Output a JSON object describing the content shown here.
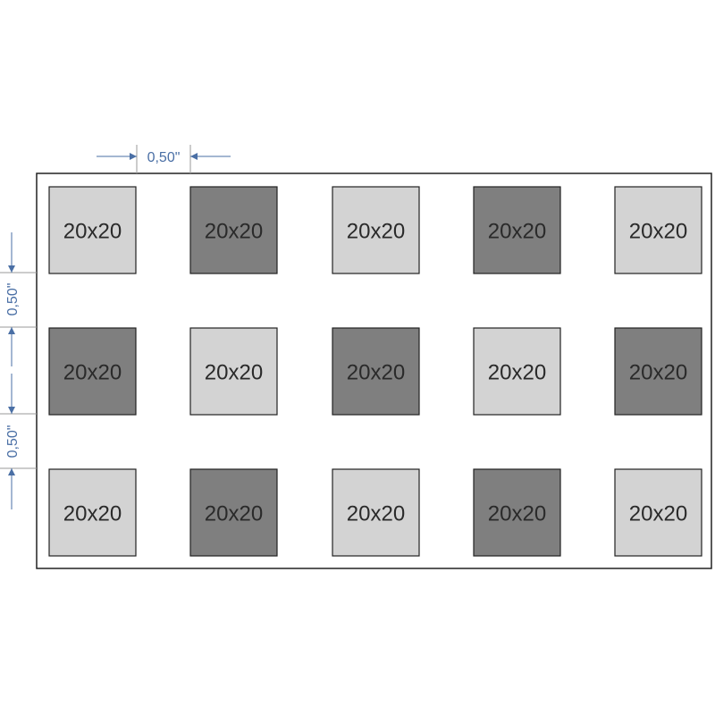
{
  "colors": {
    "light_tile": "#d3d3d3",
    "dark_tile": "#7f7f7f",
    "tile_border": "#222222",
    "frame_border": "#222222",
    "dimension": "#4a6fa5",
    "extension_line": "#9a9a9a"
  },
  "dimensions": {
    "horizontal_gap": "0,50\"",
    "vertical_gap_1": "0,50\"",
    "vertical_gap_2": "0,50\""
  },
  "grid": {
    "rows": [
      [
        {
          "label": "20x20",
          "shade": "light"
        },
        {
          "label": "20x20",
          "shade": "dark"
        },
        {
          "label": "20x20",
          "shade": "light"
        },
        {
          "label": "20x20",
          "shade": "dark"
        },
        {
          "label": "20x20",
          "shade": "light"
        }
      ],
      [
        {
          "label": "20x20",
          "shade": "dark"
        },
        {
          "label": "20x20",
          "shade": "light"
        },
        {
          "label": "20x20",
          "shade": "dark"
        },
        {
          "label": "20x20",
          "shade": "light"
        },
        {
          "label": "20x20",
          "shade": "dark"
        }
      ],
      [
        {
          "label": "20x20",
          "shade": "light"
        },
        {
          "label": "20x20",
          "shade": "dark"
        },
        {
          "label": "20x20",
          "shade": "light"
        },
        {
          "label": "20x20",
          "shade": "dark"
        },
        {
          "label": "20x20",
          "shade": "light"
        }
      ]
    ]
  }
}
